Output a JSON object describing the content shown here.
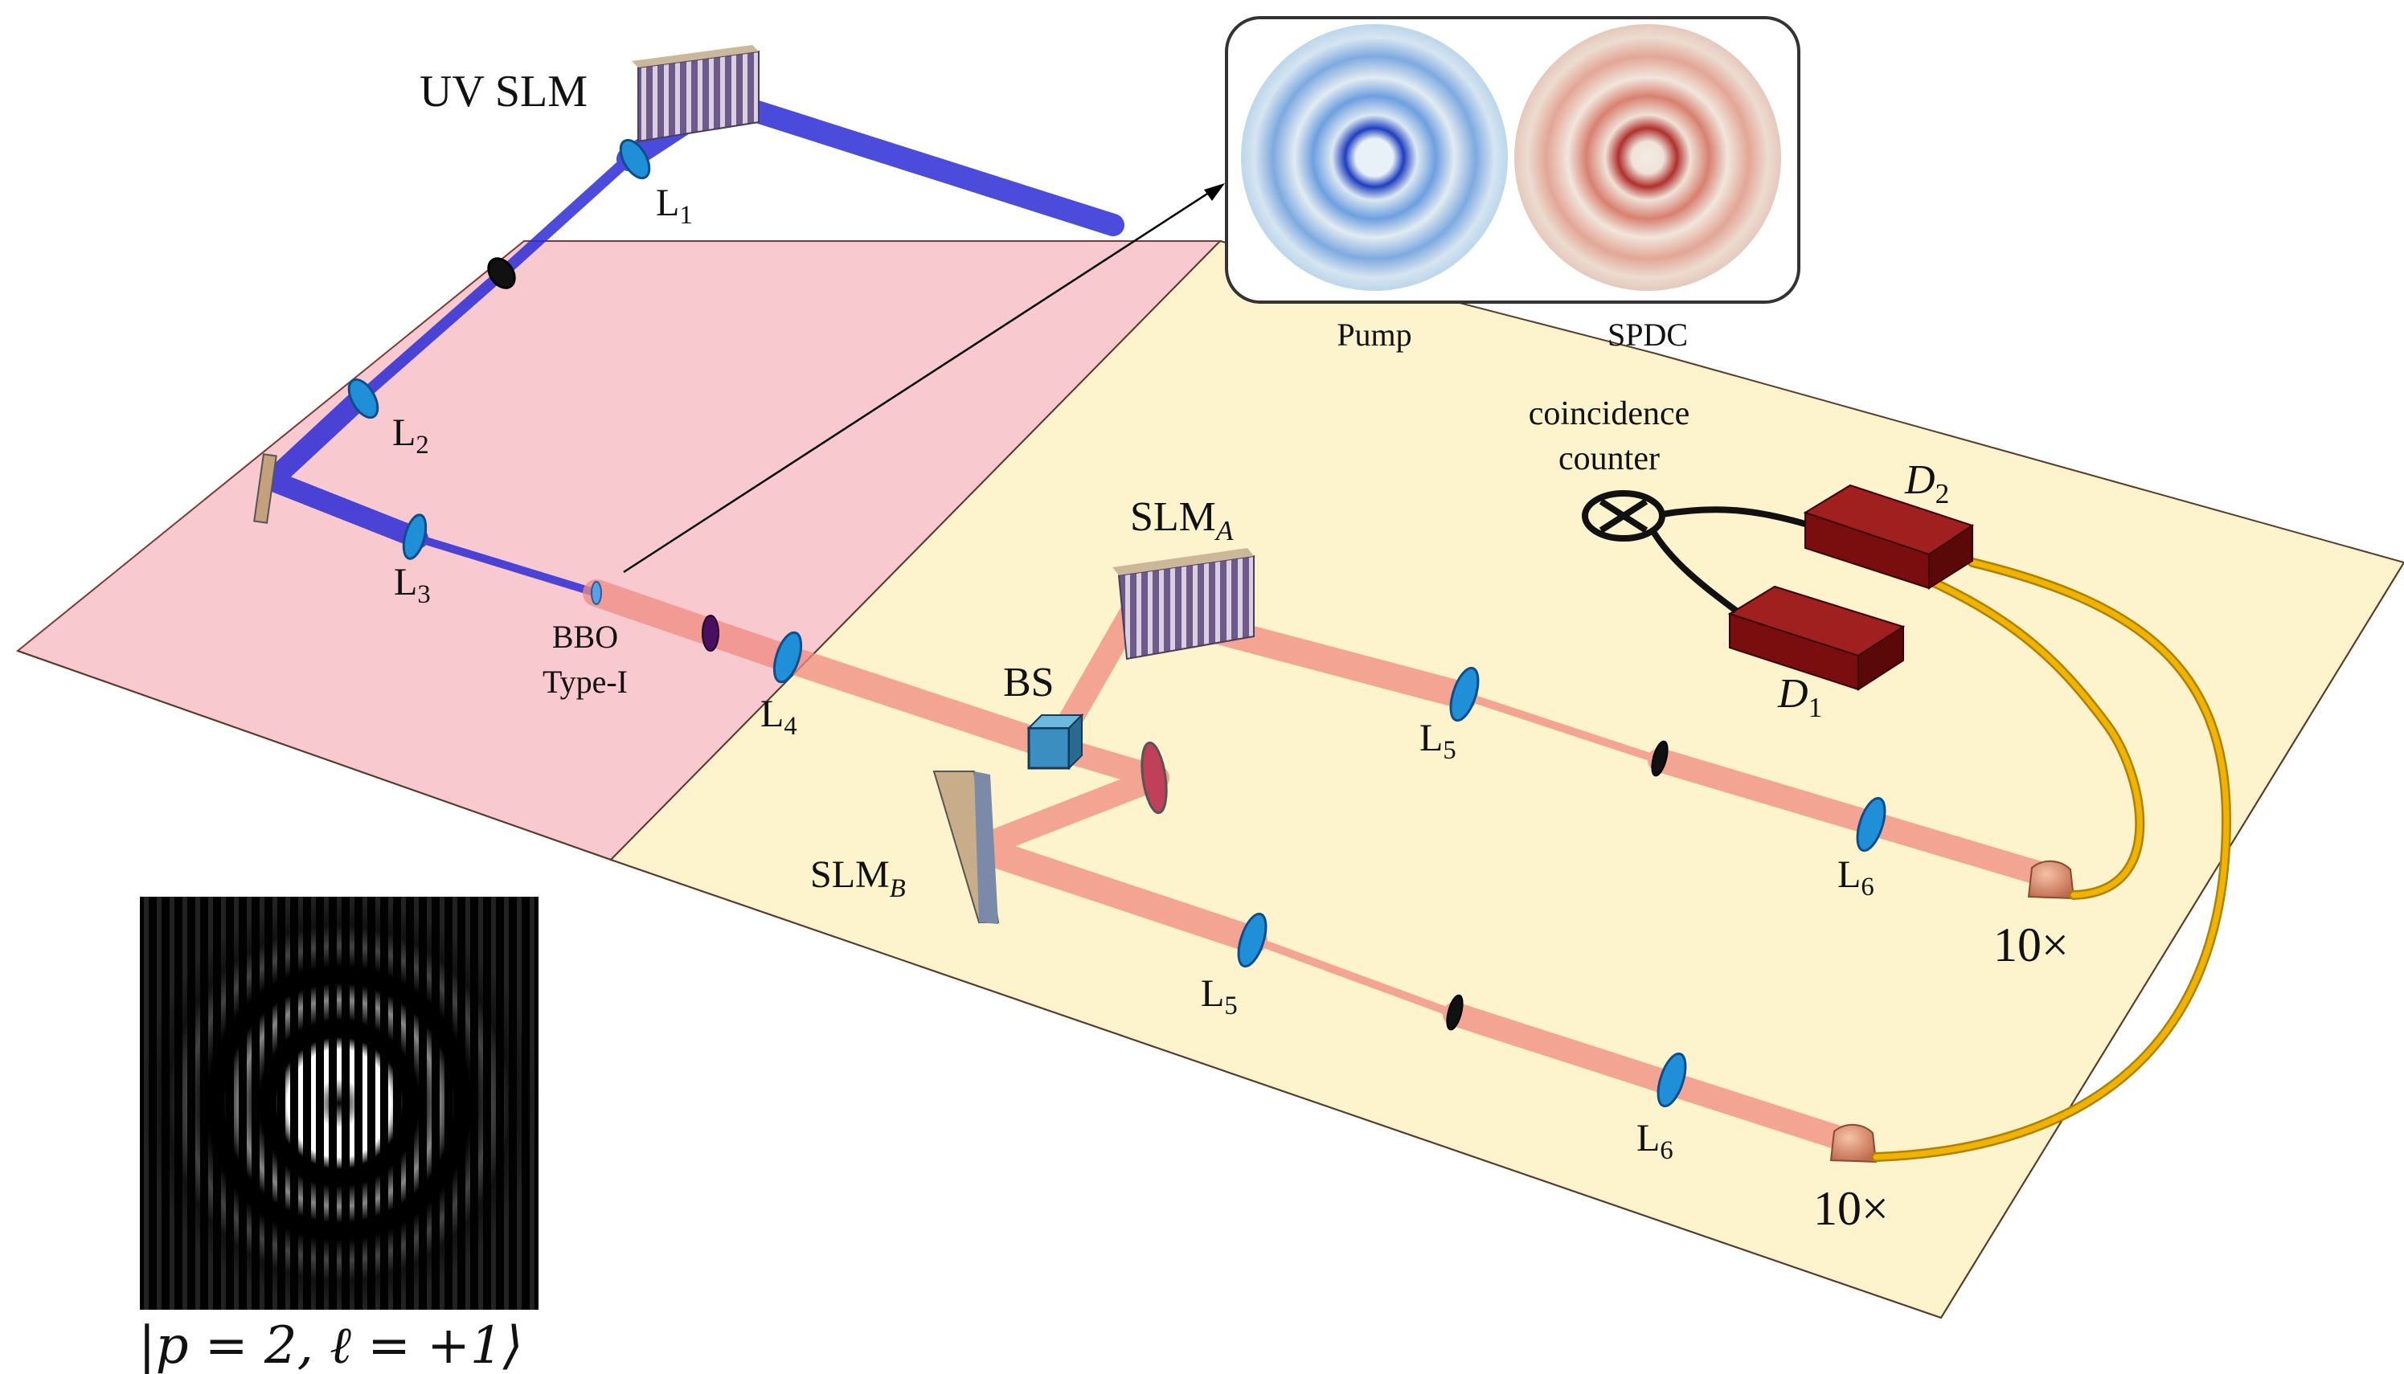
{
  "labels": {
    "uv_slm": "UV SLM",
    "l1": "L",
    "l1_sub": "1",
    "l2": "L",
    "l2_sub": "2",
    "l3": "L",
    "l3_sub": "3",
    "l4": "L",
    "l4_sub": "4",
    "l5_a": "L",
    "l5_a_sub": "5",
    "l5_b": "L",
    "l5_b_sub": "5",
    "l6_a": "L",
    "l6_a_sub": "6",
    "l6_b": "L",
    "l6_b_sub": "6",
    "bbo_line1": "BBO",
    "bbo_line2": "Type-I",
    "bs": "BS",
    "slm_a": "SLM",
    "slm_a_sub": "A",
    "slm_b": "SLM",
    "slm_b_sub": "B",
    "d1": "D",
    "d1_sub": "1",
    "d2": "D",
    "d2_sub": "2",
    "coincidence_line1": "coincidence",
    "coincidence_line2": "counter",
    "objective_a": "10×",
    "objective_b": "10×",
    "pump": "Pump",
    "spdc": "SPDC",
    "state": "|p = 2, ℓ = +1⟩"
  },
  "colors": {
    "uv_region": "#f8c9cf",
    "ir_region": "#fdf3cc",
    "uv_beam": "#2b2bd6",
    "spdc_beam": "#f08a80",
    "detector": "#8b0f0f",
    "fiber": "#f0b400",
    "lens": "#1f8fd8",
    "pump_ring": "#3b6fd0",
    "spdc_ring": "#c0403a"
  }
}
